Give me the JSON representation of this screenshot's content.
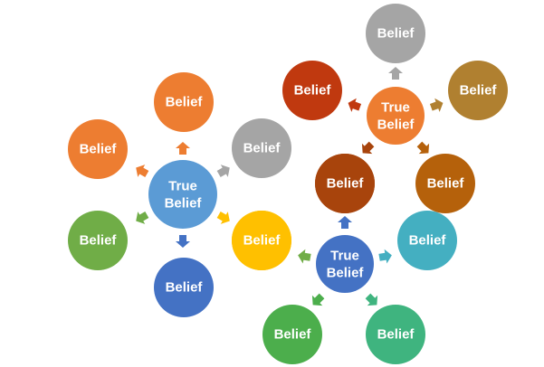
{
  "diagram": {
    "belief_label": "Belief",
    "hub_label_line1": "True",
    "hub_label_line2": "Belief",
    "clusters": [
      {
        "name": "left-cluster",
        "hub_color": "#5b9bd5",
        "nodes": [
          {
            "color": "#ed7d31",
            "arrow_color": "#ed7d31"
          },
          {
            "color": "#ed7d31",
            "arrow_color": "#ed7d31"
          },
          {
            "color": "#a5a5a5",
            "arrow_color": "#a5a5a5"
          },
          {
            "color": "#70ad47",
            "arrow_color": "#70ad47"
          },
          {
            "color": "#ffc000",
            "arrow_color": "#ffc000"
          },
          {
            "color": "#4472c4",
            "arrow_color": "#4472c4"
          }
        ]
      },
      {
        "name": "top-right-cluster",
        "hub_color": "#ed7d31",
        "nodes": [
          {
            "color": "#a5a5a5",
            "arrow_color": "#a5a5a5"
          },
          {
            "color": "#c0390f",
            "arrow_color": "#c0390f"
          },
          {
            "color": "#b08030",
            "arrow_color": "#b08030"
          },
          {
            "color": "#a8440c",
            "arrow_color": "#a8440c"
          },
          {
            "color": "#b5610b",
            "arrow_color": "#b5610b"
          }
        ]
      },
      {
        "name": "bottom-right-cluster",
        "hub_color": "#4472c4",
        "nodes": [
          {
            "color": "#a8440c",
            "arrow_color": "#4472c4"
          },
          {
            "color": "#ffc000",
            "arrow_color": "#70ad47"
          },
          {
            "color": "#44afc1",
            "arrow_color": "#44afc1"
          },
          {
            "color": "#4cae4c",
            "arrow_color": "#4cae4c"
          },
          {
            "color": "#3fb47f",
            "arrow_color": "#3fb47f"
          }
        ]
      }
    ]
  }
}
